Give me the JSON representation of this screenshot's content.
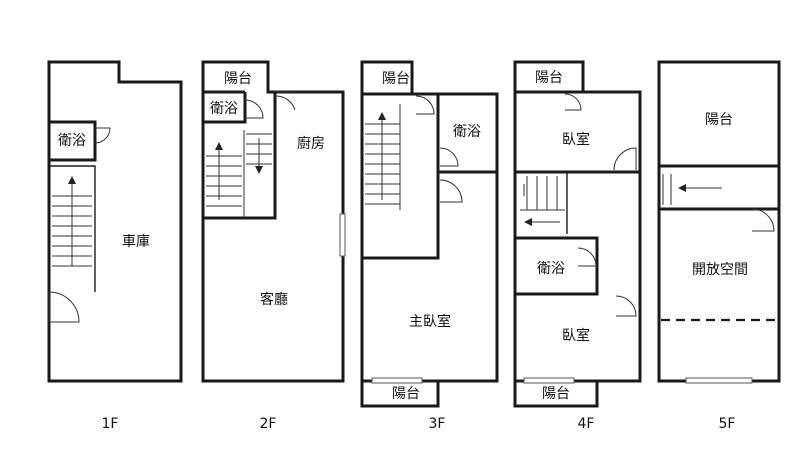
{
  "floors": [
    {
      "label": "1F",
      "rooms": [
        "衛浴",
        "車庫"
      ]
    },
    {
      "label": "2F",
      "rooms": [
        "陽台",
        "衛浴",
        "廚房",
        "客廳"
      ]
    },
    {
      "label": "3F",
      "rooms": [
        "陽台",
        "衛浴",
        "主臥室",
        "陽台"
      ]
    },
    {
      "label": "4F",
      "rooms": [
        "陽台",
        "臥室",
        "衛浴",
        "臥室",
        "陽台"
      ]
    },
    {
      "label": "5F",
      "rooms": [
        "陽台",
        "開放空間"
      ]
    }
  ]
}
